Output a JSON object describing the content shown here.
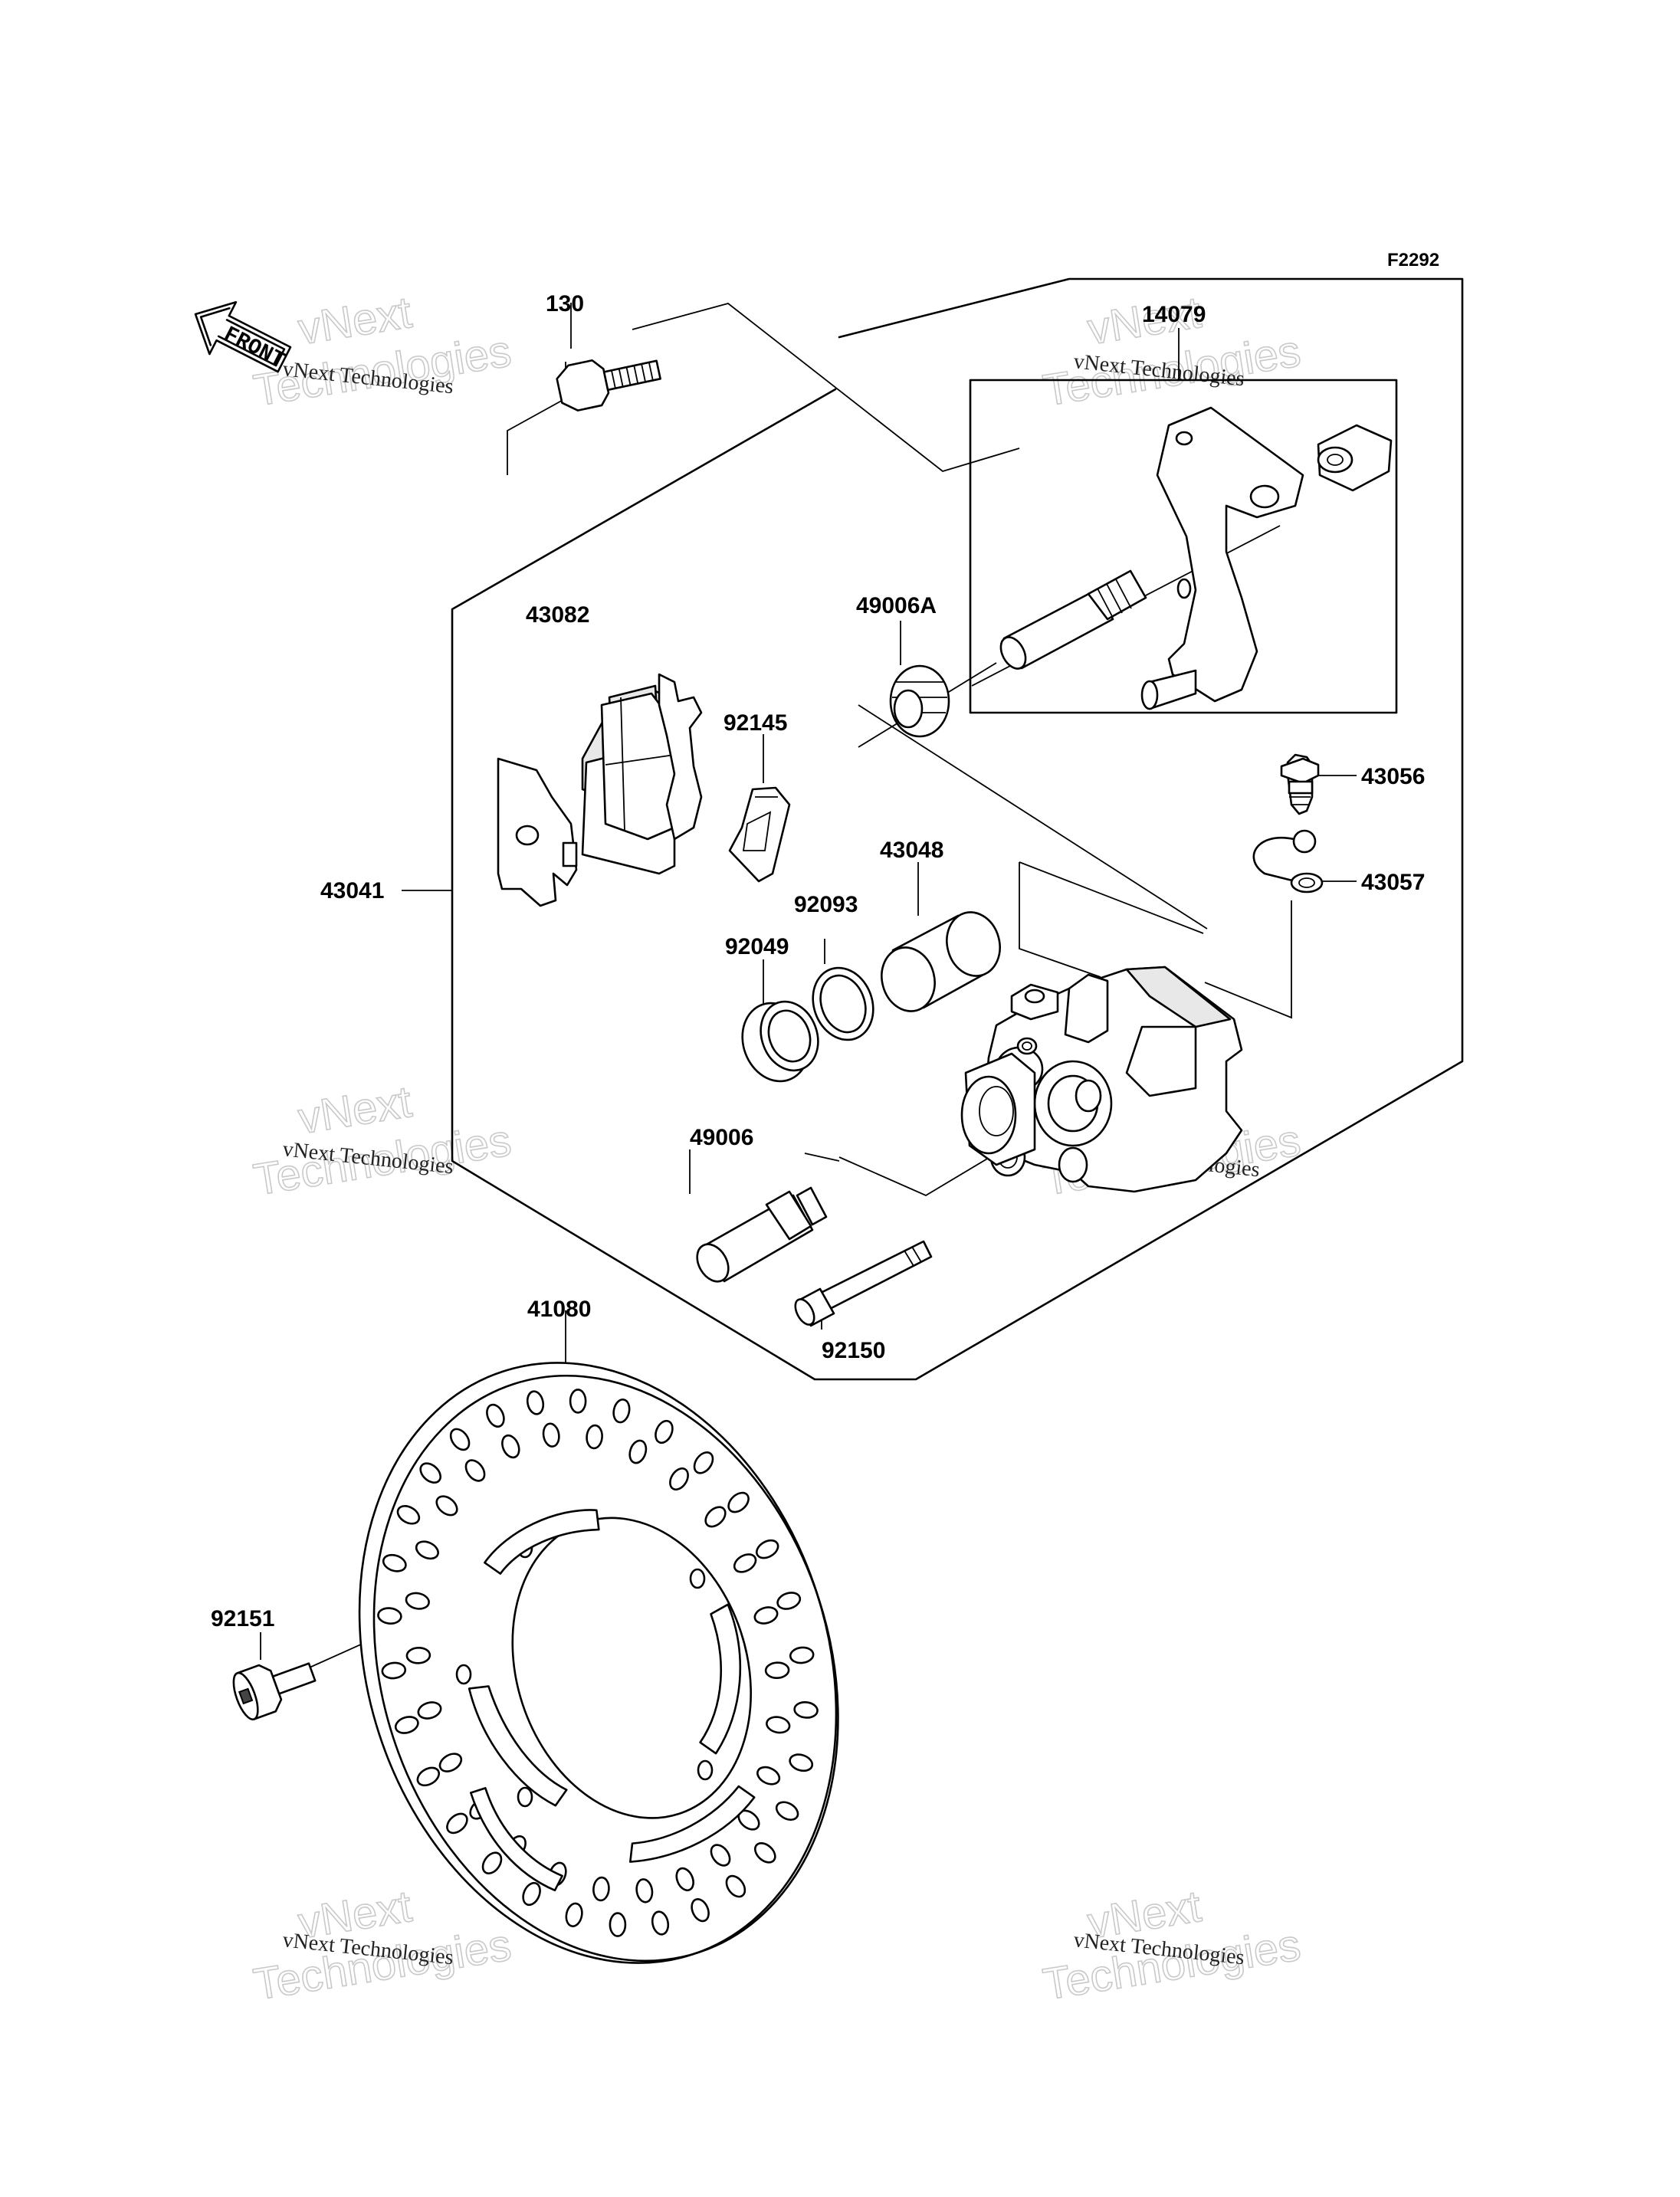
{
  "figure_code": "F2292",
  "front_arrow_text": "FRONT",
  "watermark": {
    "line_small": "vNext Technologies",
    "big_top": "vNext",
    "big_bottom": "Technologies"
  },
  "parts": [
    {
      "id": "130",
      "label": "130"
    },
    {
      "id": "14079",
      "label": "14079"
    },
    {
      "id": "43082",
      "label": "43082"
    },
    {
      "id": "49006A",
      "label": "49006A"
    },
    {
      "id": "92145",
      "label": "92145"
    },
    {
      "id": "43056",
      "label": "43056"
    },
    {
      "id": "43048",
      "label": "43048"
    },
    {
      "id": "43057",
      "label": "43057"
    },
    {
      "id": "43041",
      "label": "43041"
    },
    {
      "id": "92093",
      "label": "92093"
    },
    {
      "id": "92049",
      "label": "92049"
    },
    {
      "id": "49006",
      "label": "49006"
    },
    {
      "id": "92150",
      "label": "92150"
    },
    {
      "id": "41080",
      "label": "41080"
    },
    {
      "id": "92151",
      "label": "92151"
    }
  ],
  "colors": {
    "line": "#000000",
    "background": "#ffffff",
    "watermark": "#c9c9c9"
  }
}
